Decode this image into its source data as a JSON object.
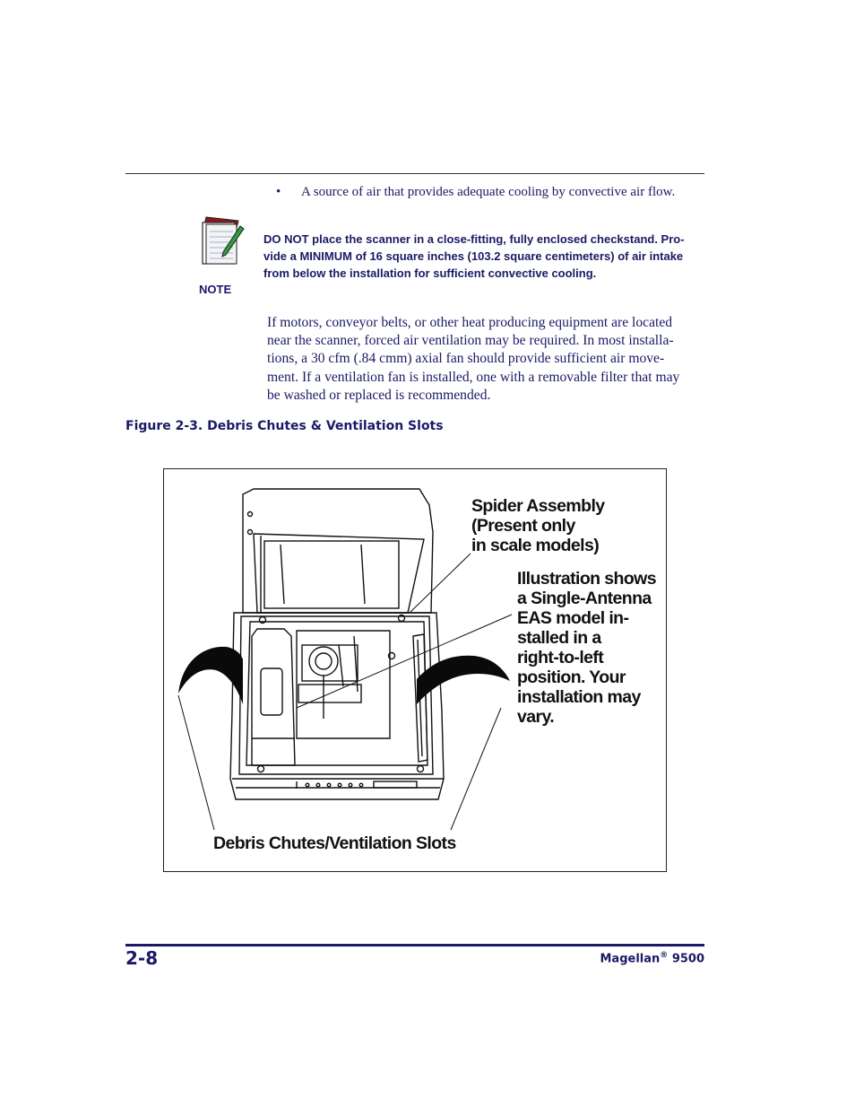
{
  "bullet": {
    "marker": "•",
    "text": "A source of air that provides adequate cooling by convective air flow."
  },
  "note": {
    "label": "NOTE",
    "icon": "notepad-pen-icon",
    "lines": [
      "DO NOT place the scanner in a close-fitting, fully enclosed checkstand. Pro-",
      "vide a MINIMUM of 16 square inches (103.2 square centimeters) of air intake",
      "from below the installation for sufficient convective cooling."
    ]
  },
  "paragraph": {
    "lines": [
      "If motors, conveyor belts, or other heat producing equipment are located",
      "near the scanner, forced air ventilation may be required. In most installa-",
      "tions, a 30 cfm (.84 cmm) axial fan should provide sufficient air move-",
      "ment. If a ventilation fan is installed, one with a removable filter that may",
      "be washed or replaced is recommended."
    ]
  },
  "figure": {
    "caption": "Figure 2-3. Debris Chutes & Ventilation Slots",
    "callouts": {
      "spider": [
        "Spider Assembly",
        "(Present only",
        "in scale models)"
      ],
      "illustration": [
        "Illustration shows",
        "a Single-Antenna",
        "EAS model in-",
        "stalled in a",
        "right-to-left",
        "position. Your",
        "installation may",
        "vary."
      ],
      "debris": "Debris Chutes/Ventilation Slots"
    }
  },
  "footer": {
    "page_number": "2-8",
    "product": "Magellan",
    "registered": "®",
    "model": "9500"
  },
  "colors": {
    "text": "#1a1a66",
    "rule": "#1a1a66",
    "note_book": "#8b1a1a",
    "note_pen": "#2e9e3a"
  }
}
